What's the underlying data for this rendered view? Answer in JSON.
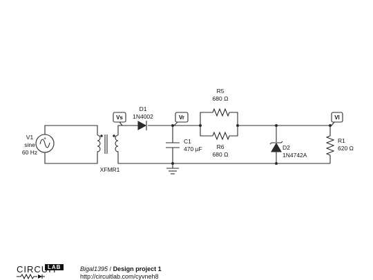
{
  "components": {
    "v1": {
      "name": "V1",
      "type": "sine",
      "freq": "60 Hz"
    },
    "xfmr": {
      "name": "XFMR1"
    },
    "d1": {
      "name": "D1",
      "part": "1N4002"
    },
    "c1": {
      "name": "C1",
      "value": "470 µF"
    },
    "r5": {
      "name": "R5",
      "value": "680 Ω"
    },
    "r6": {
      "name": "R6",
      "value": "680 Ω"
    },
    "d2": {
      "name": "D2",
      "part": "1N4742A"
    },
    "r1": {
      "name": "R1",
      "value": "620 Ω"
    }
  },
  "probes": {
    "vs": "Vs",
    "vr": "Vr",
    "vl": "Vl"
  },
  "footer": {
    "logo_top": "CIRCUIT",
    "logo_bottom": "LAB",
    "user": "Bigal1395",
    "separator": " / ",
    "title": "Design project 1",
    "url": "http://circuitlab.com/cyvneh8"
  },
  "colors": {
    "wire": "#2b2b2b",
    "node": "#2b2b2b",
    "background": "#ffffff"
  }
}
